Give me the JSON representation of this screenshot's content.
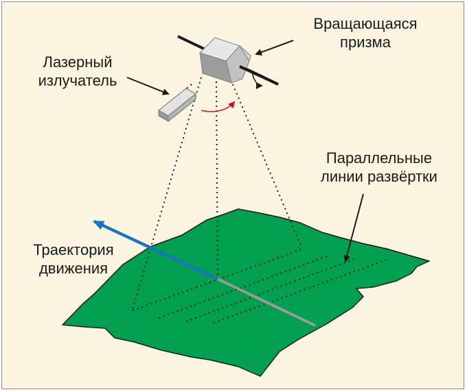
{
  "labels": {
    "prism_line1": "Вращающаяся",
    "prism_line2": "призма",
    "laser_line1": "Лазерный",
    "laser_line2": "излучатель",
    "scan_line1": "Параллельные",
    "scan_line2": "линии развёртки",
    "traj_line1": "Траектория",
    "traj_line2": "движения"
  },
  "colors": {
    "background": "#fbf4e1",
    "ground": "#00a050",
    "trajectory": "#1a73c0",
    "rotation_arrow": "#d0102a"
  }
}
